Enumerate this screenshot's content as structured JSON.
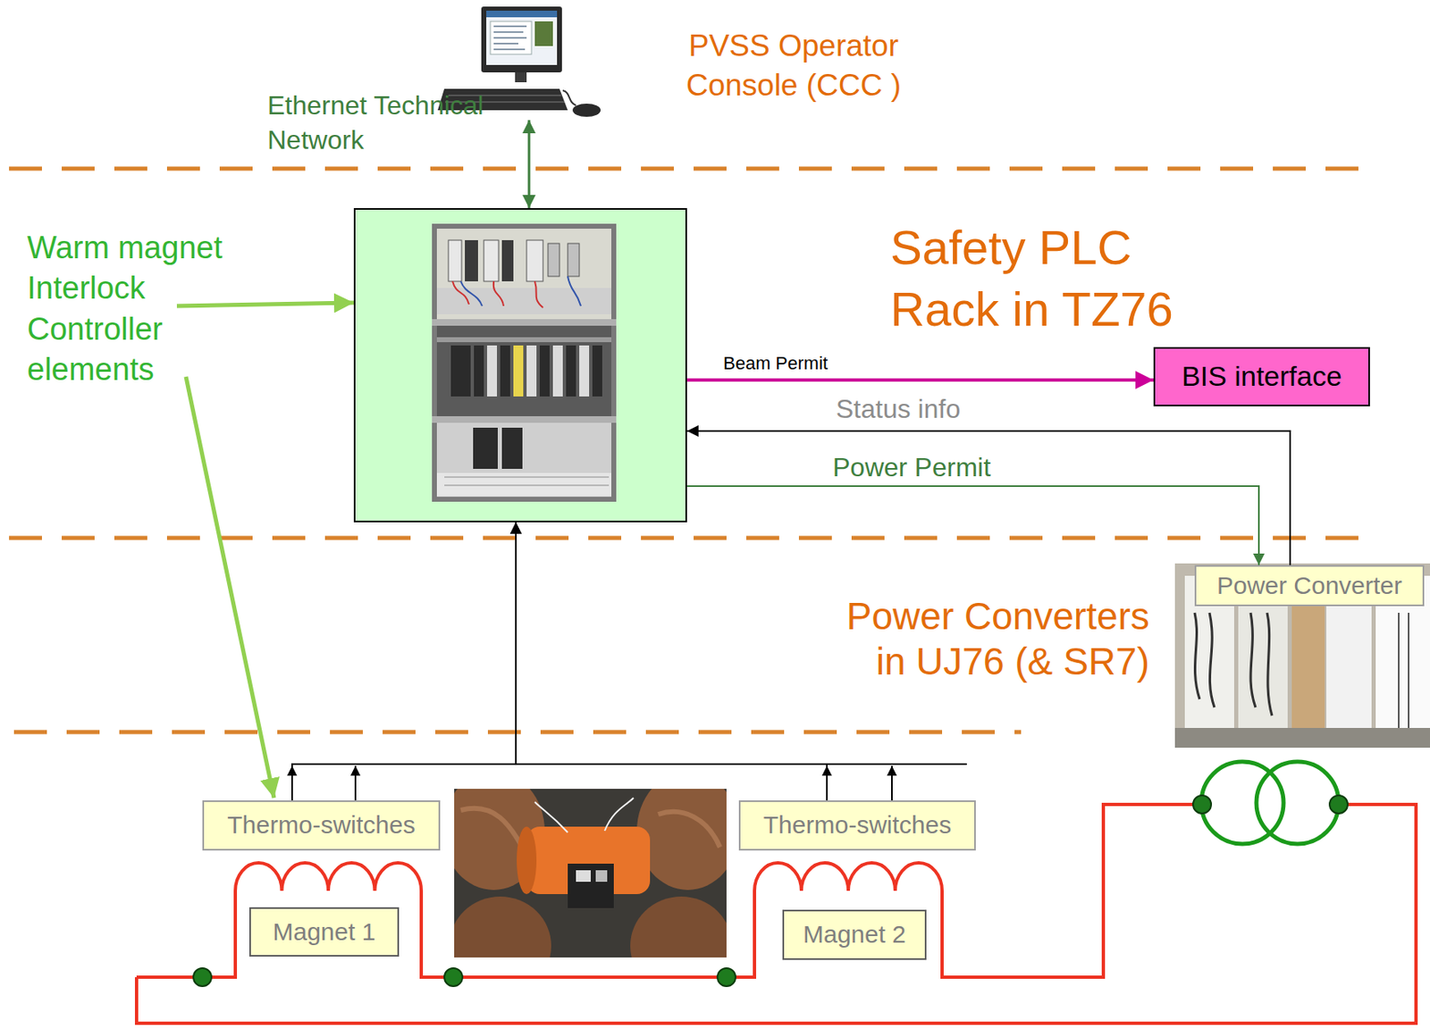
{
  "diagram": {
    "nodes": [
      {
        "text": [
          "PVSS Operator Console (CCC )"
        ]
      },
      {
        "text": [
          "Safety PLC Rack in TZ76"
        ]
      },
      {
        "text": [
          "BIS interface"
        ]
      },
      {
        "text": [
          "Power Converter"
        ]
      },
      {
        "text": [
          "Thermo-switches"
        ]
      },
      {
        "text": [
          "Thermo-switches"
        ]
      },
      {
        "text": [
          "Magnet 1"
        ]
      },
      {
        "text": [
          "Magnet 2"
        ]
      }
    ],
    "edges": [
      {
        "from": 0,
        "to": 1,
        "arrow": "both",
        "label": "Ethernet Technical Network"
      },
      {
        "from": 1,
        "to": 2,
        "arrow": "to",
        "label": "Beam Permit"
      },
      {
        "from": 3,
        "to": 1,
        "arrow": "to",
        "label": "Status info"
      },
      {
        "from": 1,
        "to": 3,
        "arrow": "to",
        "label": "Power Permit"
      },
      {
        "from": 4,
        "to": 1,
        "arrow": "to"
      },
      {
        "from": 5,
        "to": 1,
        "arrow": "to"
      }
    ],
    "labels": [
      "Warm magnet Interlock Controller elements",
      "Power Converters in UJ76 (& SR7)"
    ]
  }
}
